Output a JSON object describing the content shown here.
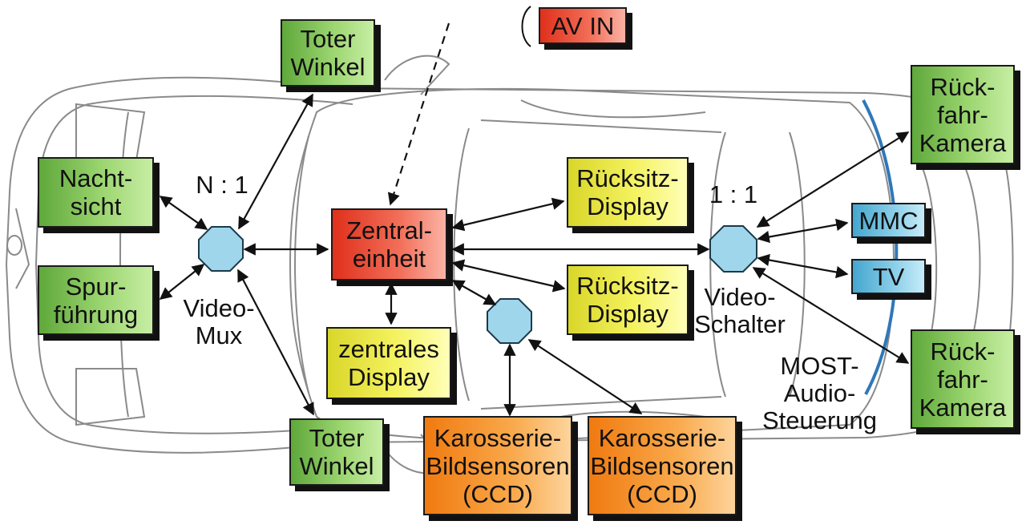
{
  "nodes": {
    "toter_winkel_top": [
      "Toter",
      "Winkel"
    ],
    "toter_winkel_bottom": [
      "Toter",
      "Winkel"
    ],
    "nachtsicht": [
      "Nacht-",
      "sicht"
    ],
    "spurfuehrung": [
      "Spur-",
      "führung"
    ],
    "av_in": "AV IN",
    "zentraleinheit": [
      "Zentral-",
      "einheit"
    ],
    "ruecksitz_display_1": [
      "Rücksitz-",
      "Display"
    ],
    "ruecksitz_display_2": [
      "Rücksitz-",
      "Display"
    ],
    "zentrales_display": [
      "zentrales",
      "Display"
    ],
    "karosserie_1": [
      "Karosserie-",
      "Bildsensoren",
      "(CCD)"
    ],
    "karosserie_2": [
      "Karosserie-",
      "Bildsensoren",
      "(CCD)"
    ],
    "rueckfahr_kamera_top": [
      "Rück-",
      "fahr-",
      "Kamera"
    ],
    "rueckfahr_kamera_bottom": [
      "Rück-",
      "fahr-",
      "Kamera"
    ],
    "mmc": "MMC",
    "tv": "TV"
  },
  "labels": {
    "ratio_n1": "N : 1",
    "ratio_11": "1 : 1",
    "video_mux": [
      "Video-",
      "Mux"
    ],
    "video_schalter": [
      "Video-",
      "Schalter"
    ],
    "most_audio": [
      "MOST-",
      "Audio-",
      "Steuerung"
    ]
  },
  "colors": {
    "green": "#7cc252",
    "yellow": "#f2f04a",
    "red": "#ec5a44",
    "orange": "#f59a33",
    "blue": "#7ec7e4",
    "hub": "#9fd6ec",
    "most_bus": "#2e78b8",
    "car_outline": "#8a8a8a"
  }
}
